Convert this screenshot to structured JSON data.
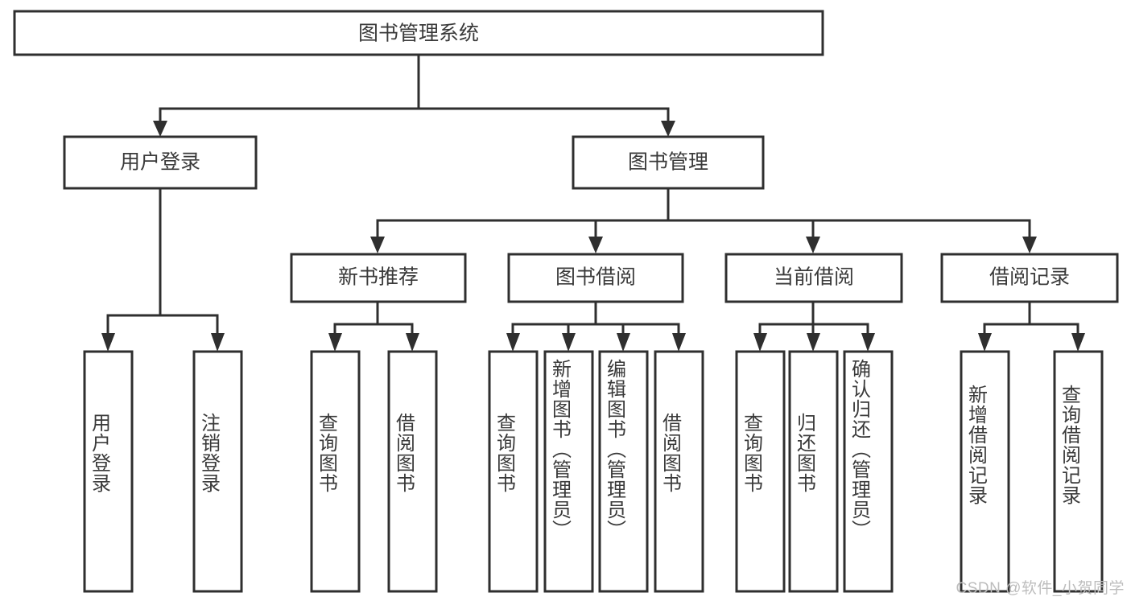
{
  "diagram": {
    "title": "图书管理系统",
    "type": "hierarchy-tree",
    "watermark": "CSDN @软件_小贺同学",
    "colors": {
      "stroke": "#2f2f2f",
      "box_fill": "#ffffff",
      "text": "#3a3a3a",
      "watermark": "#bdbdbd",
      "background": "#ffffff"
    },
    "root": {
      "label": "图书管理系统"
    },
    "level2": [
      {
        "label": "用户登录"
      },
      {
        "label": "图书管理"
      }
    ],
    "level3": [
      {
        "label": "新书推荐"
      },
      {
        "label": "图书借阅"
      },
      {
        "label": "当前借阅"
      },
      {
        "label": "借阅记录"
      }
    ],
    "leaves": {
      "user_login": [
        {
          "label": "用户登录"
        },
        {
          "label": "注销登录"
        }
      ],
      "new_book_recommend": [
        {
          "label": "查询图书"
        },
        {
          "label": "借阅图书"
        }
      ],
      "book_borrow": [
        {
          "label": "查询图书"
        },
        {
          "label": "新增图书（管理员）"
        },
        {
          "label": "编辑图书（管理员）"
        },
        {
          "label": "借阅图书"
        }
      ],
      "current_borrow": [
        {
          "label": "查询图书"
        },
        {
          "label": "归还图书"
        },
        {
          "label": "确认归还（管理员）"
        }
      ],
      "borrow_records": [
        {
          "label": "新增借阅记录"
        },
        {
          "label": "查询借阅记录"
        }
      ]
    }
  }
}
